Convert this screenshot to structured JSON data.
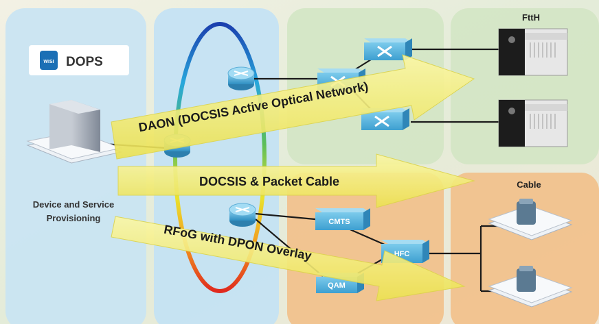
{
  "logo": {
    "brand_mark": "WISI",
    "name": "DOPS"
  },
  "labels": {
    "provisioning_line1": "Device and Service",
    "provisioning_line2": "Provisioning",
    "ftth": "FttH",
    "cable": "Cable"
  },
  "devices": {
    "cmts": "CMTS",
    "hfc": "HFC",
    "qam": "QAM"
  },
  "arrows": {
    "daon": "DAON (DOCSIS Active Optical Network)",
    "docsis": "DOCSIS & Packet Cable",
    "rfog": "RFoG with DPON Overlay"
  },
  "colors": {
    "provisioning_zone": "#c9e4f3",
    "ring_zone": "#c3e2f4",
    "ftth_zone": "#d3e6c4",
    "cable_zone": "#f2c08a",
    "arrow_fill": "#f6f07a",
    "device_blue": "#5cb8e0",
    "logo_blue": "#1b6fb5"
  }
}
